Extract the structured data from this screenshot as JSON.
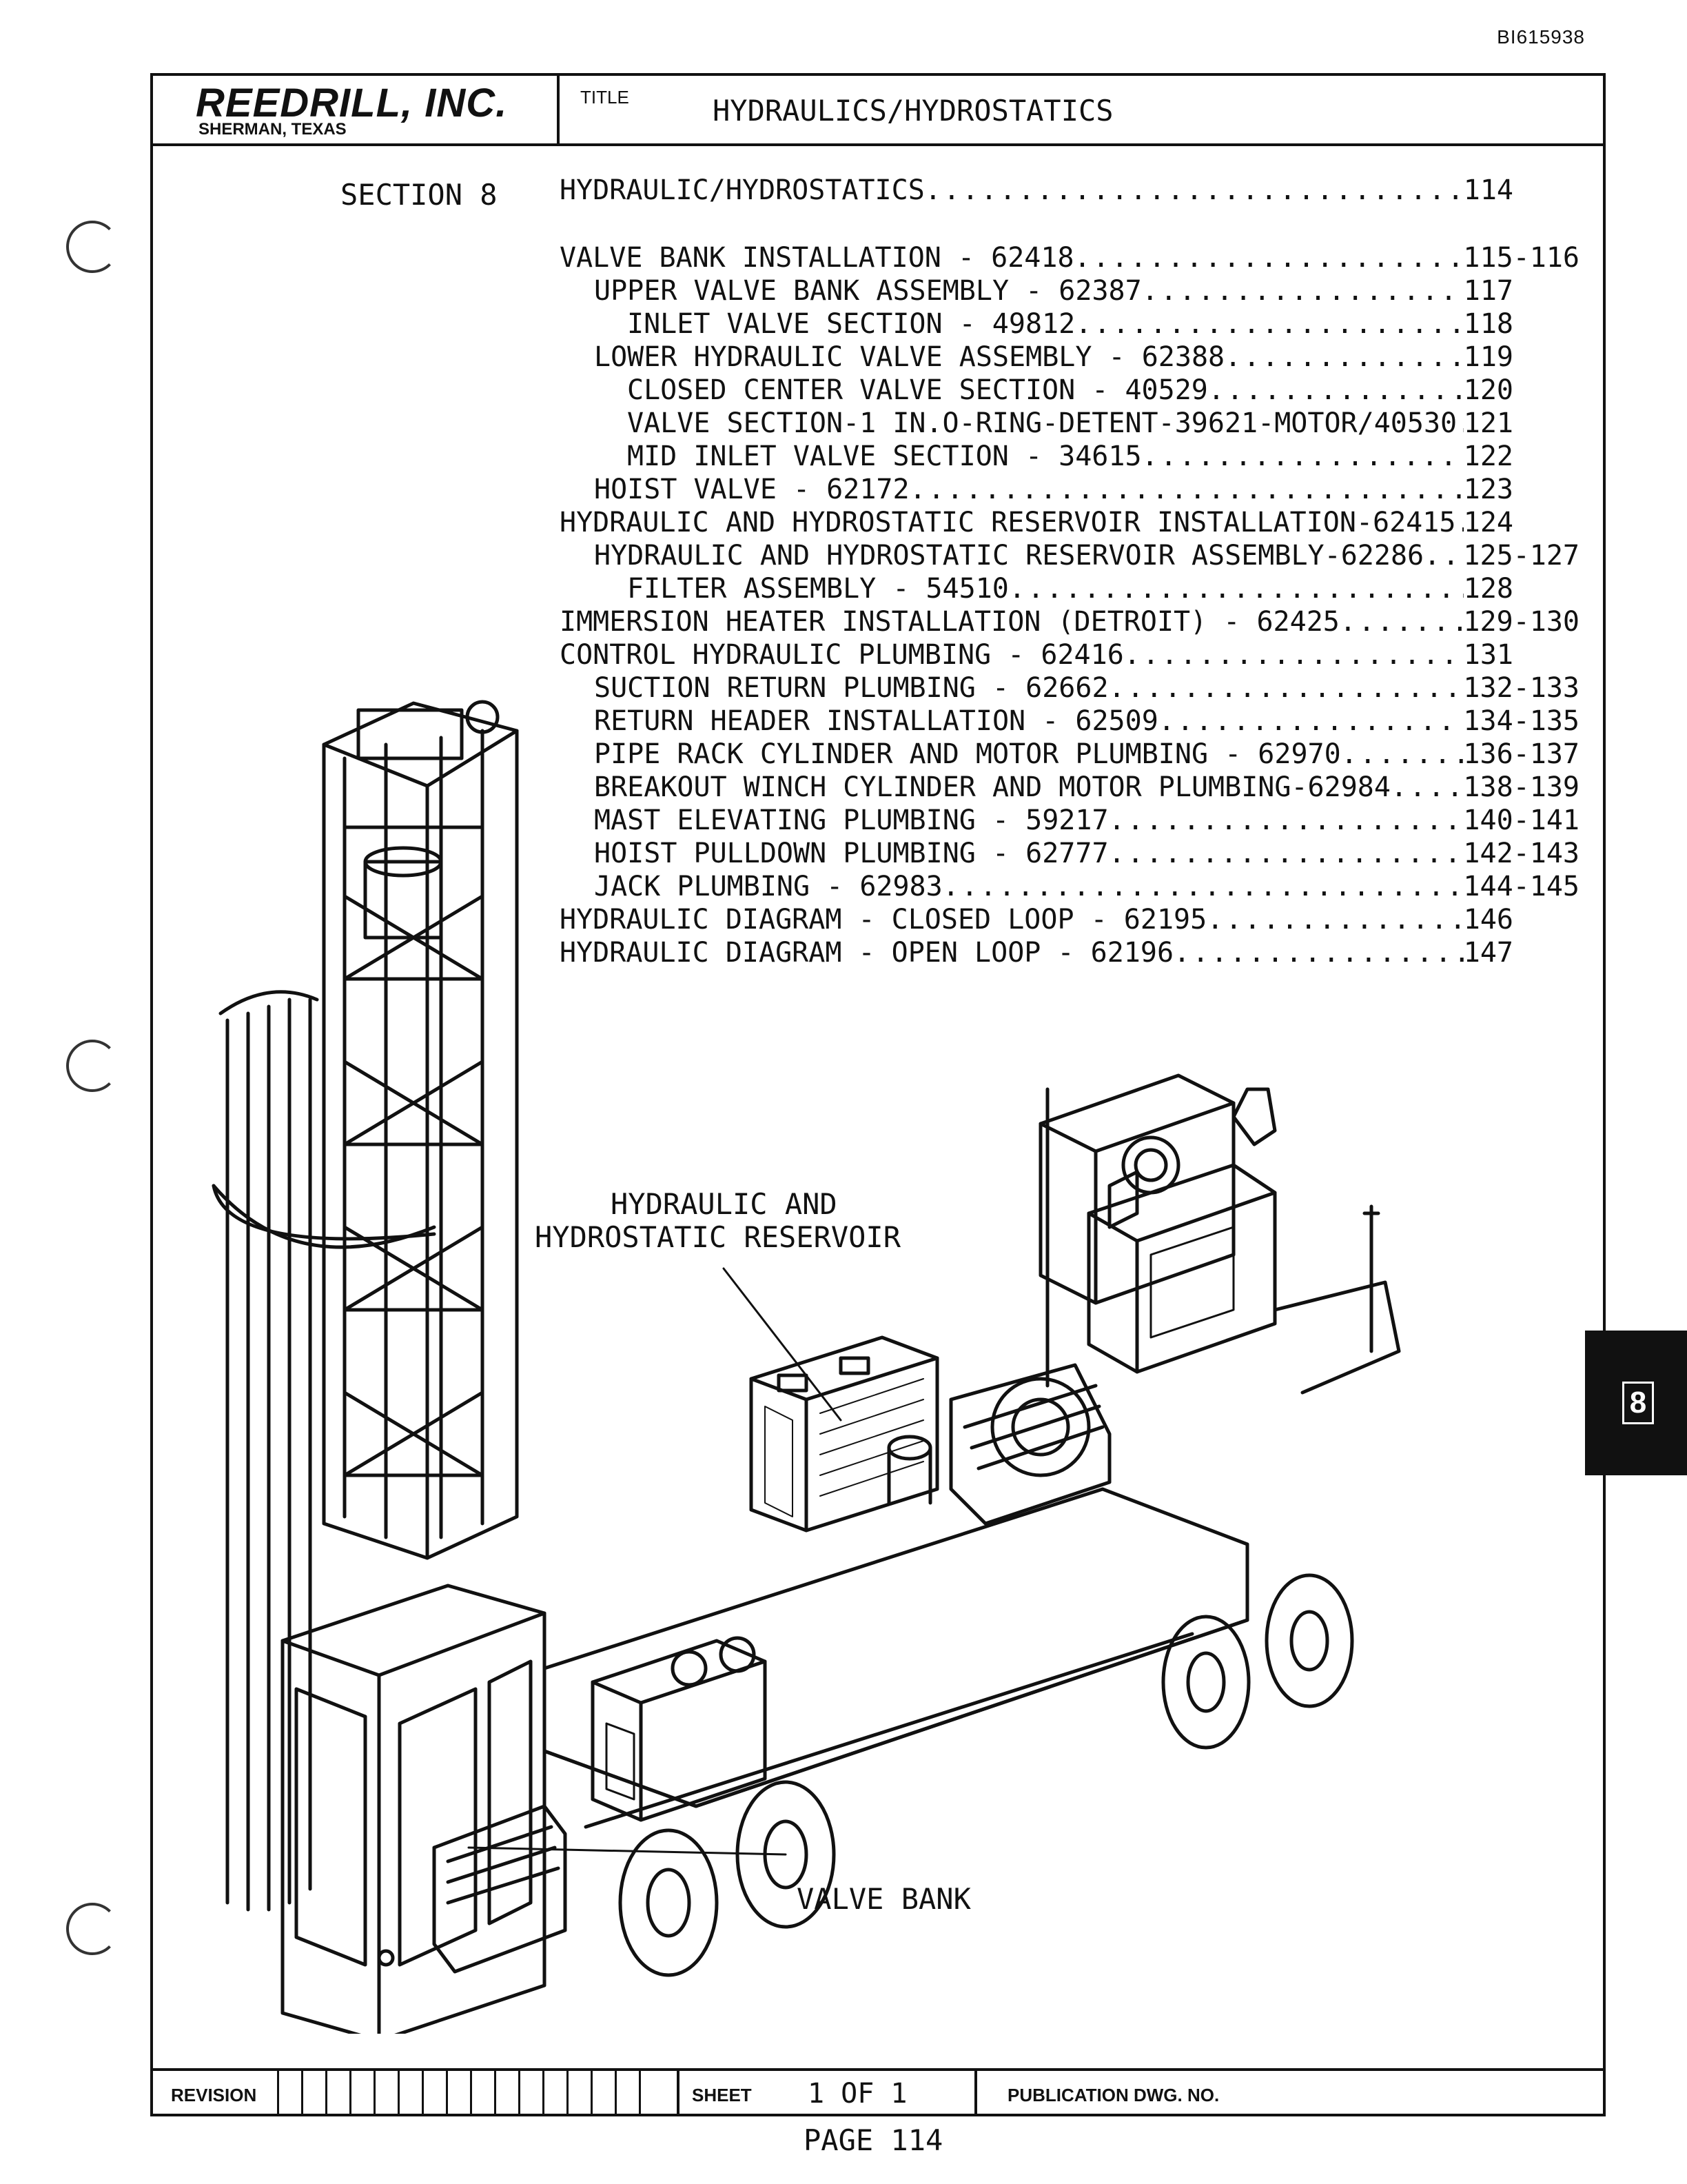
{
  "document_id": "BI615938",
  "header": {
    "company": "REEDRILL, INC.",
    "city": "SHERMAN, TEXAS",
    "title_label": "TITLE",
    "title": "HYDRAULICS/HYDROSTATICS"
  },
  "section_label": "SECTION 8",
  "toc": [
    {
      "title": "HYDRAULIC/HYDROSTATICS",
      "page": "114",
      "indent": 0
    },
    {
      "title": "VALVE BANK INSTALLATION - 62418",
      "page": "115-116",
      "indent": 0
    },
    {
      "title": "UPPER VALVE BANK ASSEMBLY - 62387",
      "page": "117",
      "indent": 1
    },
    {
      "title": "INLET VALVE SECTION - 49812",
      "page": "118",
      "indent": 2
    },
    {
      "title": "LOWER HYDRAULIC VALVE ASSEMBLY - 62388",
      "page": "119",
      "indent": 1
    },
    {
      "title": "CLOSED CENTER VALVE SECTION - 40529",
      "page": "120",
      "indent": 2
    },
    {
      "title": "VALVE SECTION-1 IN.O-RING-DETENT-39621-MOTOR/40530",
      "page": "121",
      "indent": 2
    },
    {
      "title": "MID INLET VALVE SECTION - 34615",
      "page": "122",
      "indent": 2
    },
    {
      "title": "HOIST VALVE - 62172",
      "page": "123",
      "indent": 1
    },
    {
      "title": "HYDRAULIC AND HYDROSTATIC RESERVOIR INSTALLATION-62415",
      "page": "124",
      "indent": 0
    },
    {
      "title": "HYDRAULIC AND HYDROSTATIC RESERVOIR ASSEMBLY-62286",
      "page": "125-127",
      "indent": 1
    },
    {
      "title": "FILTER ASSEMBLY - 54510",
      "page": "128",
      "indent": 2
    },
    {
      "title": "IMMERSION HEATER INSTALLATION (DETROIT) - 62425",
      "page": "129-130",
      "indent": 0
    },
    {
      "title": "CONTROL HYDRAULIC PLUMBING - 62416",
      "page": "131",
      "indent": 0
    },
    {
      "title": "SUCTION RETURN PLUMBING - 62662",
      "page": "132-133",
      "indent": 1
    },
    {
      "title": "RETURN HEADER INSTALLATION - 62509",
      "page": "134-135",
      "indent": 1
    },
    {
      "title": "PIPE RACK CYLINDER AND MOTOR PLUMBING - 62970",
      "page": "136-137",
      "indent": 1
    },
    {
      "title": "BREAKOUT WINCH CYLINDER AND MOTOR PLUMBING-62984",
      "page": "138-139",
      "indent": 1
    },
    {
      "title": "MAST ELEVATING PLUMBING - 59217",
      "page": "140-141",
      "indent": 1
    },
    {
      "title": "HOIST PULLDOWN PLUMBING - 62777",
      "page": "142-143",
      "indent": 1
    },
    {
      "title": "JACK PLUMBING - 62983",
      "page": "144-145",
      "indent": 1
    },
    {
      "title": "HYDRAULIC DIAGRAM - CLOSED LOOP - 62195",
      "page": "146",
      "indent": 0
    },
    {
      "title": "HYDRAULIC DIAGRAM - OPEN LOOP - 62196",
      "page": "147",
      "indent": 0
    }
  ],
  "callouts": {
    "reservoir_line1": "HYDRAULIC AND",
    "reservoir_line2": "HYDROSTATIC RESERVOIR",
    "valve_bank": "VALVE BANK"
  },
  "tab_label": "8",
  "footer": {
    "revision_label": "REVISION",
    "sheet_label": "SHEET",
    "sheet_value": "1 OF 1",
    "publication_label": "PUBLICATION DWG. NO."
  },
  "page_label": "PAGE 114"
}
